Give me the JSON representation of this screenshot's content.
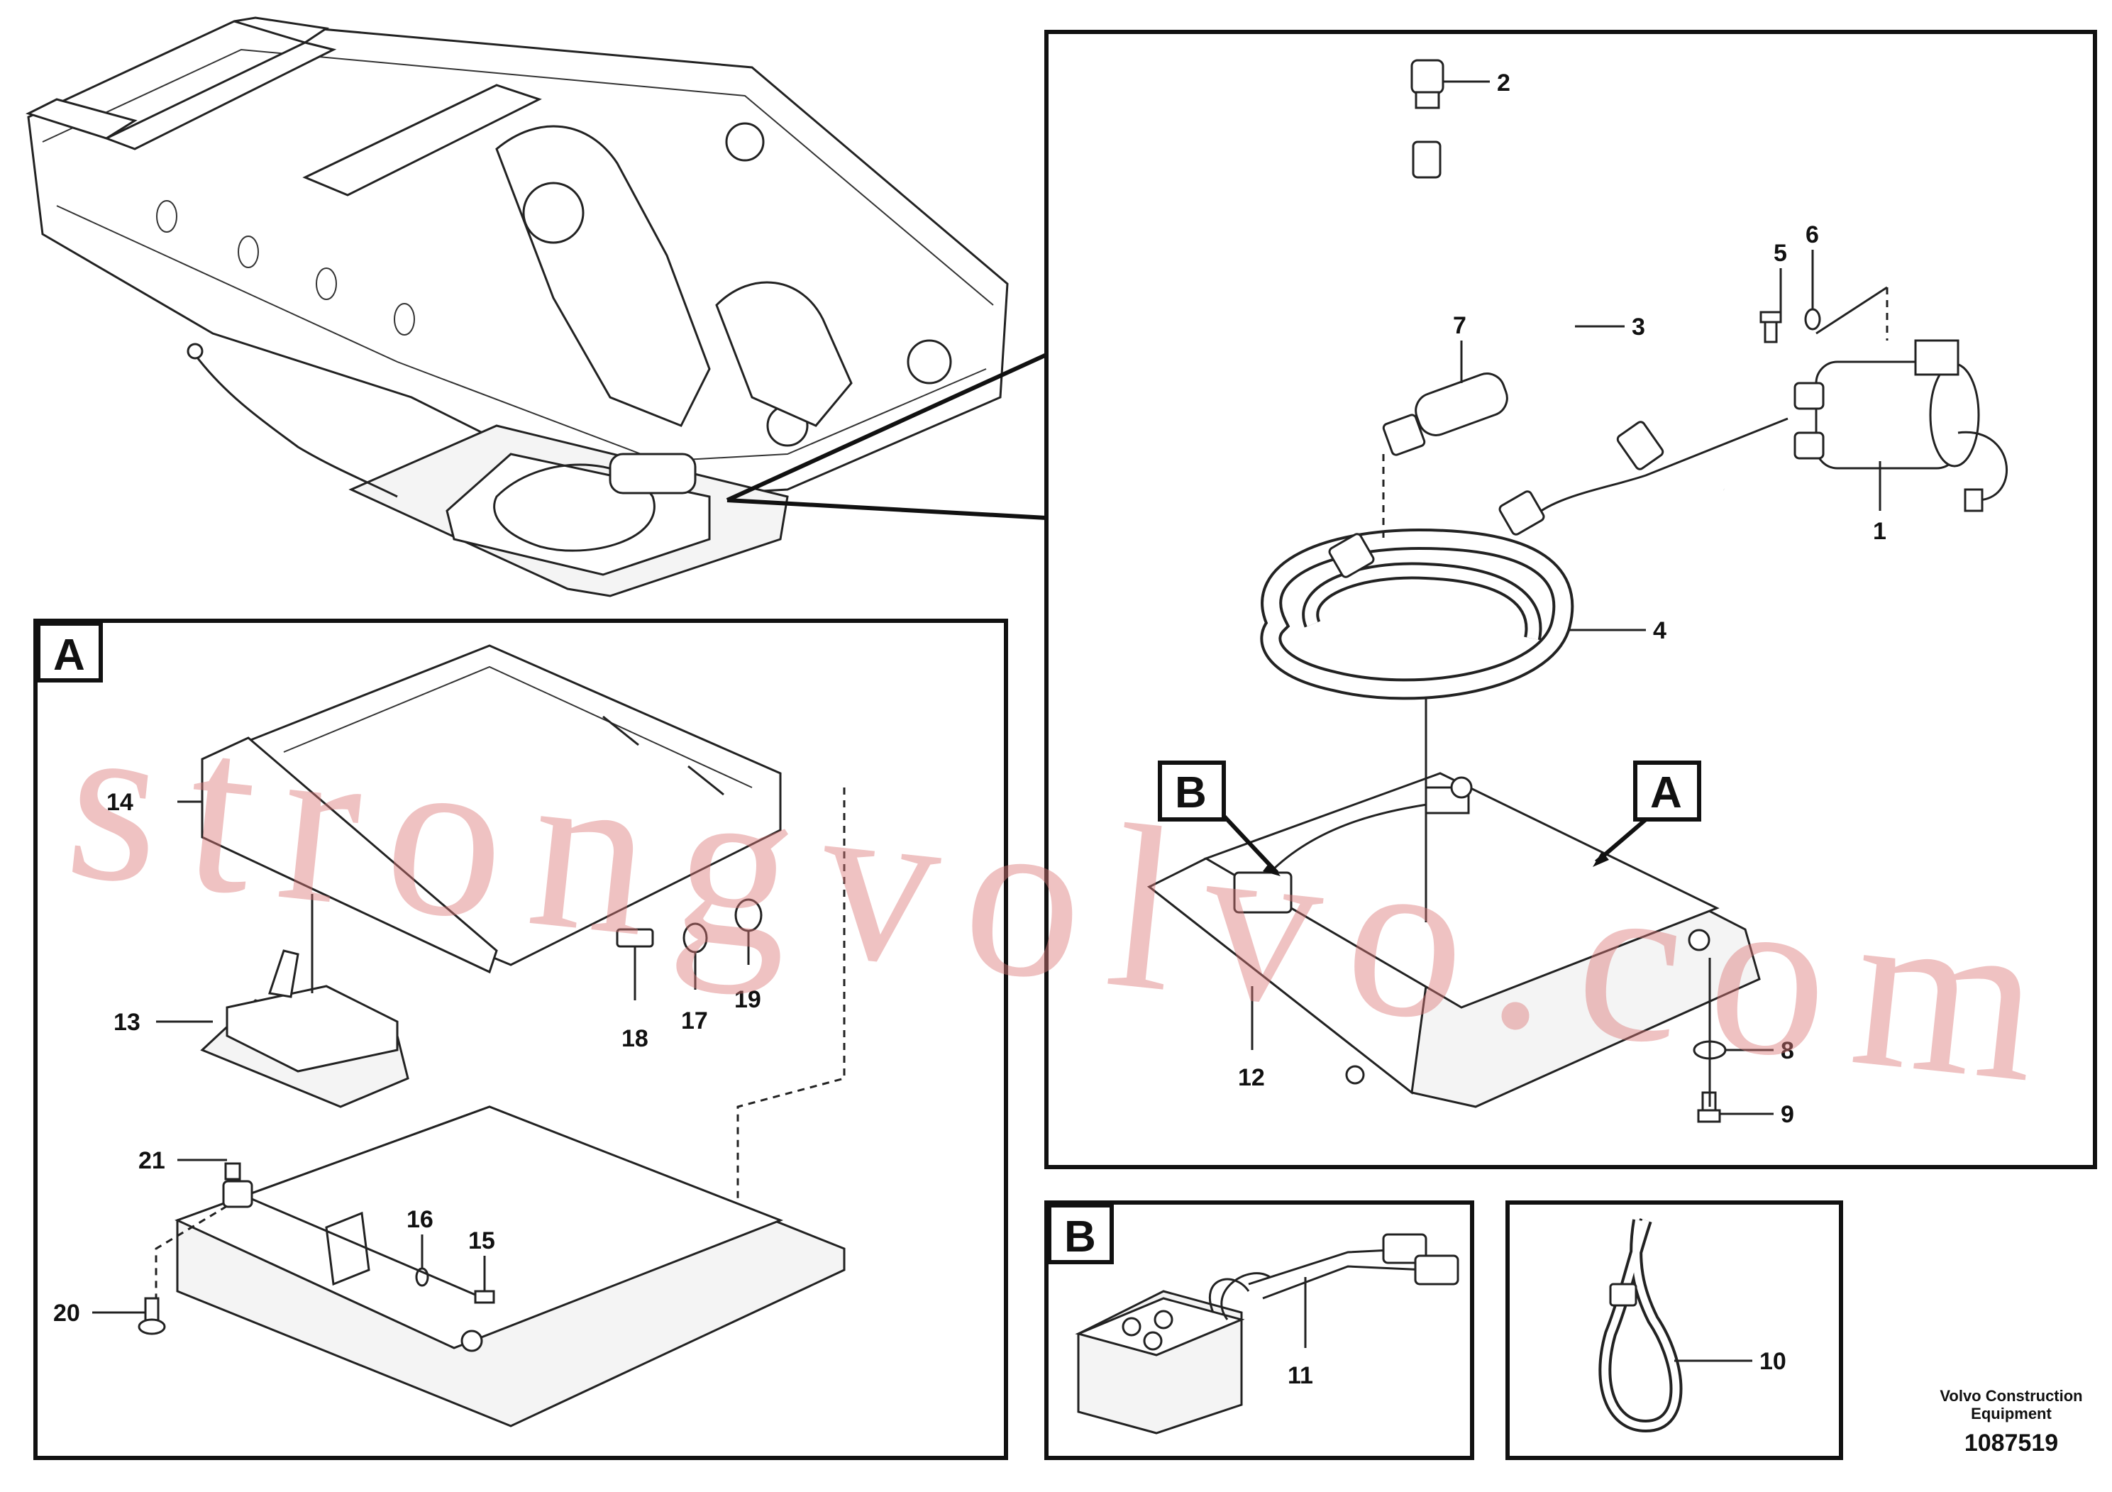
{
  "panels": {
    "main_letter": "",
    "a_letter": "A",
    "b_letter": "B",
    "callout_b": "B",
    "callout_a": "A"
  },
  "part_numbers": {
    "p1": "1",
    "p2": "2",
    "p3": "3",
    "p4": "4",
    "p5": "5",
    "p6": "6",
    "p7": "7",
    "p8": "8",
    "p9": "9",
    "p10": "10",
    "p11": "11",
    "p12": "12",
    "p13": "13",
    "p14": "14",
    "p15": "15",
    "p16": "16",
    "p17": "17",
    "p18": "18",
    "p19": "19",
    "p20": "20",
    "p21": "21"
  },
  "credit": {
    "line1": "Volvo Construction",
    "line2": "Equipment",
    "code": "1087519"
  },
  "watermark": "strongvolvo.com"
}
